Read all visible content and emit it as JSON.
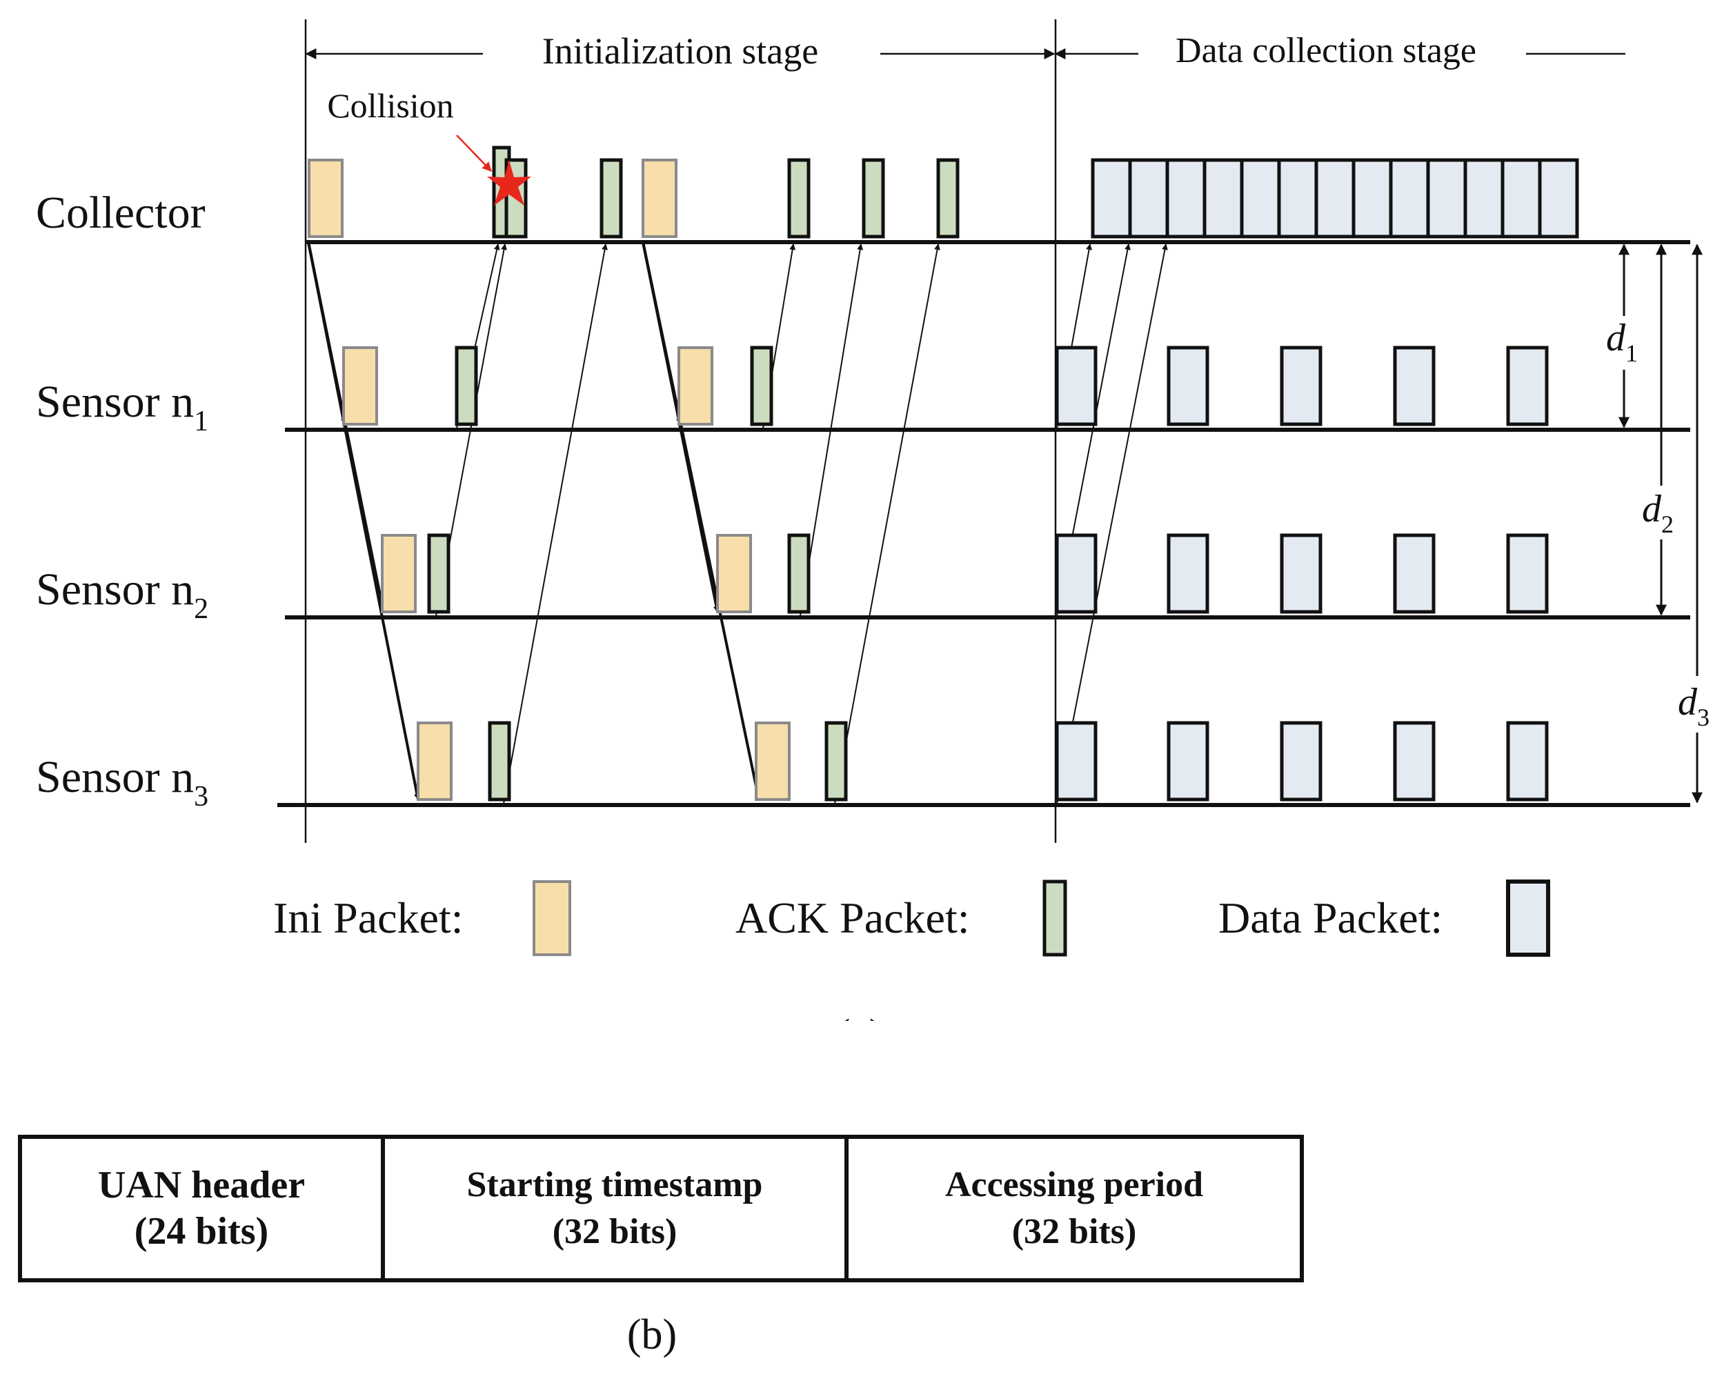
{
  "figure_a": {
    "stages": {
      "initialization": "Initialization stage",
      "data_collection": "Data collection stage"
    },
    "collision_label": "Collision",
    "rows": [
      {
        "label": "Collector",
        "subscript": ""
      },
      {
        "label": "Sensor n",
        "subscript": "1"
      },
      {
        "label": "Sensor n",
        "subscript": "2"
      },
      {
        "label": "Sensor n",
        "subscript": "3"
      }
    ],
    "distances": [
      {
        "label": "d",
        "subscript": "1"
      },
      {
        "label": "d",
        "subscript": "2"
      },
      {
        "label": "d",
        "subscript": "3"
      }
    ],
    "legend": [
      {
        "label": "Ini Packet:",
        "type": "ini"
      },
      {
        "label": "ACK Packet:",
        "type": "ack"
      },
      {
        "label": "Data Packet:",
        "type": "data"
      }
    ],
    "caption": "(a)",
    "colors": {
      "ini_fill": "#F7DEAA",
      "ack_fill": "#CCDCC0",
      "data_fill": "#E4EAF2",
      "collision_star": "#E8271C",
      "line": "#111111"
    }
  },
  "figure_b": {
    "fields": [
      {
        "name": "UAN header",
        "bits": "(24 bits)"
      },
      {
        "name": "Starting timestamp",
        "bits": "(32 bits)"
      },
      {
        "name": "Accessing period",
        "bits": "(32 bits)"
      }
    ],
    "caption": "(b)"
  }
}
